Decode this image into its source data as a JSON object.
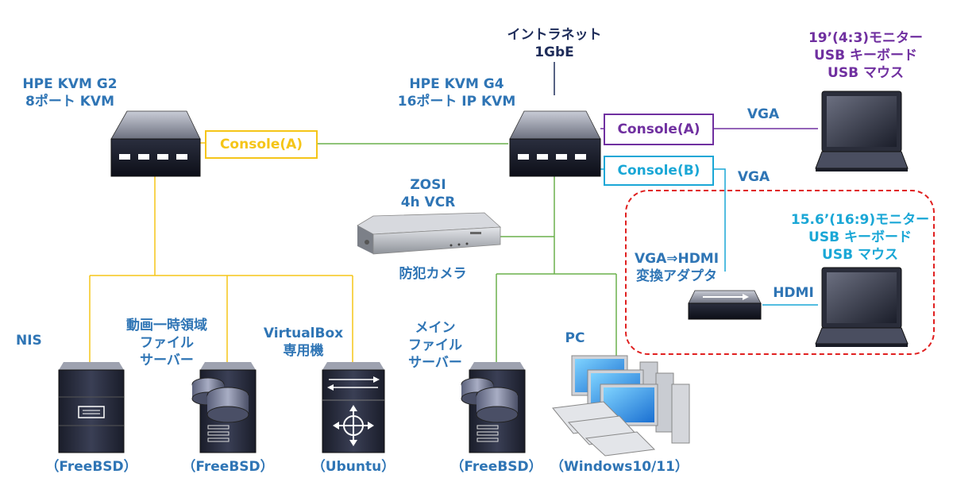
{
  "intranet": {
    "line1": "イントラネット",
    "line2": "1GbE"
  },
  "kvm_g2": {
    "line1": "HPE KVM G2",
    "line2": "8ポート KVM"
  },
  "kvm_g4": {
    "line1": "HPE KVM G4",
    "line2": "16ポート IP KVM"
  },
  "console_g2": "Console(A)",
  "console_a": "Console(A)",
  "console_b": "Console(B)",
  "vga_a": "VGA",
  "vga_b": "VGA",
  "hdmi": "HDMI",
  "monitor1": {
    "line1": "19’(4:3)モニター",
    "line2": "USB キーボード",
    "line3": "USB マウス"
  },
  "monitor2": {
    "line1": "15.6’(16:9)モニター",
    "line2": "USB キーボード",
    "line3": "USB マウス"
  },
  "adapter": {
    "line1": "VGA⇒HDMI",
    "line2": "変換アダプタ"
  },
  "vcr": {
    "line1": "ZOSI",
    "line2": "4h VCR"
  },
  "camera": "防犯カメラ",
  "nis": {
    "title": "NIS",
    "os": "（FreeBSD）"
  },
  "temp_server": {
    "line1": "動画一時領域",
    "line2": "ファイル",
    "line3": "サーバー",
    "os": "（FreeBSD）"
  },
  "vbox": {
    "line1": "VirtualBox",
    "line2": "専用機",
    "os": "（Ubuntu）"
  },
  "main_server": {
    "line1": "メイン",
    "line2": "ファイル",
    "line3": "サーバー",
    "os": "（FreeBSD）"
  },
  "pc": {
    "title": "PC",
    "os": "（Windows10/11）"
  },
  "colors": {
    "yellow": "#f5c518",
    "green": "#6ab04c",
    "purple": "#7030a0",
    "cyan": "#1aa7d6",
    "blue": "#2f75b5",
    "red": "#e02020"
  }
}
